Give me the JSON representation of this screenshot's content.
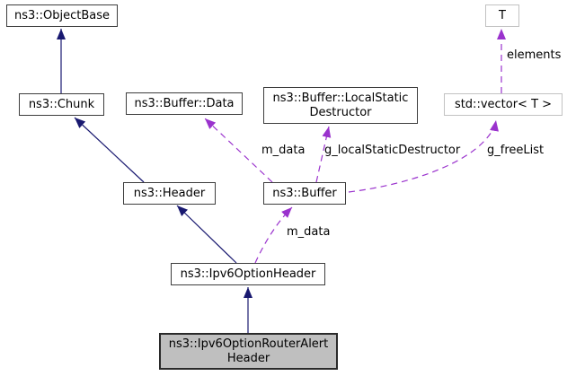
{
  "diagram": {
    "kind": "collaboration-graph",
    "colors": {
      "inheritance_edge": "#191970",
      "usage_edge": "#9a32cd",
      "node_border": "#3d3d3d",
      "template_node_border": "#c2c2c2",
      "highlight_node_fill": "#bfbfbf",
      "background": "#ffffff"
    },
    "nodes": {
      "objectbase": {
        "label": "ns3::ObjectBase"
      },
      "chunk": {
        "label": "ns3::Chunk"
      },
      "buffer_data": {
        "label": "ns3::Buffer::Data"
      },
      "local_static_destructor": {
        "label": "ns3::Buffer::LocalStatic",
        "label2": "Destructor"
      },
      "t": {
        "label": "T"
      },
      "std_vector": {
        "label": "std::vector< T >"
      },
      "header": {
        "label": "ns3::Header"
      },
      "buffer": {
        "label": "ns3::Buffer"
      },
      "ipv6_option_header": {
        "label": "ns3::Ipv6OptionHeader"
      },
      "ipv6_option_router_alert_header": {
        "label": "ns3::Ipv6OptionRouterAlert",
        "label2": "Header"
      }
    },
    "edge_labels": {
      "elements": "elements",
      "m_data_buffer_to_data": "m_data",
      "g_local_static_destructor": "g_localStaticDestructor",
      "g_free_list": "g_freeList",
      "m_data_option_to_buffer": "m_data"
    }
  }
}
